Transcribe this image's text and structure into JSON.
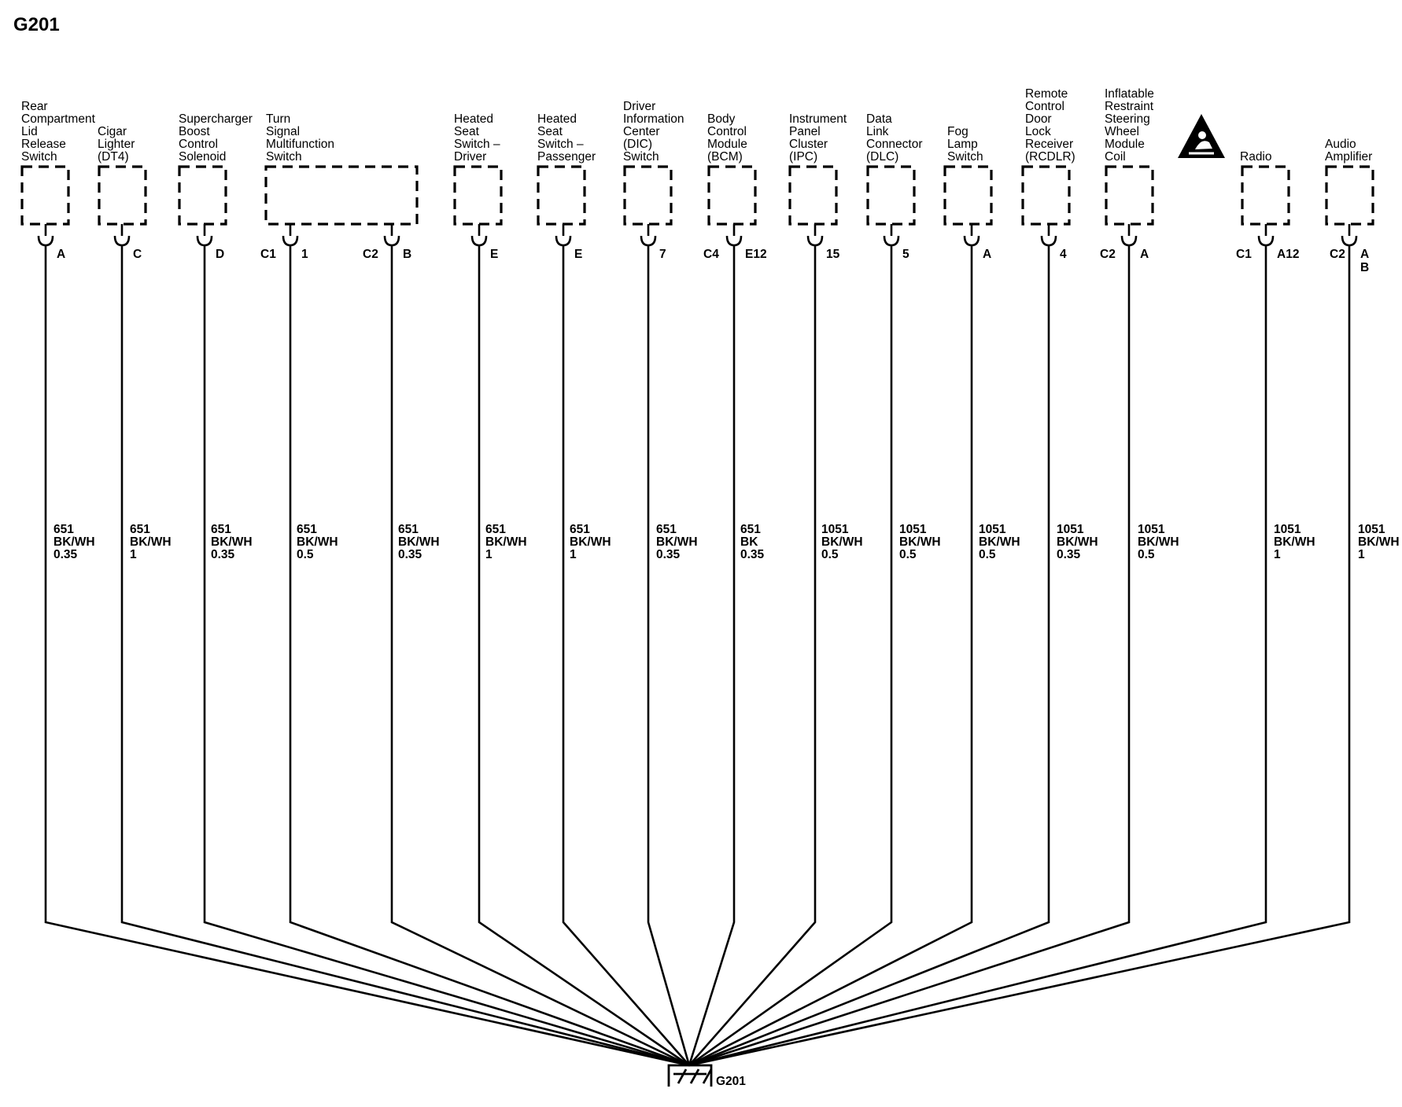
{
  "title": "G201",
  "ground": {
    "label": "G201"
  },
  "components": [
    {
      "id": "rear-compartment-lid-release-switch",
      "label_lines": [
        "Rear",
        "Compartment",
        "Lid",
        "Release",
        "Switch"
      ]
    },
    {
      "id": "cigar-lighter",
      "label_lines": [
        "Cigar",
        "Lighter",
        "(DT4)"
      ]
    },
    {
      "id": "supercharger-boost-control-solenoid",
      "label_lines": [
        "Supercharger",
        "Boost",
        "Control",
        "Solenoid"
      ]
    },
    {
      "id": "turn-signal-multifunction-switch",
      "label_lines": [
        "Turn",
        "Signal",
        "Multifunction",
        "Switch"
      ]
    },
    {
      "id": "heated-seat-switch-driver",
      "label_lines": [
        "Heated",
        "Seat",
        "Switch –",
        "Driver"
      ]
    },
    {
      "id": "heated-seat-switch-passenger",
      "label_lines": [
        "Heated",
        "Seat",
        "Switch –",
        "Passenger"
      ]
    },
    {
      "id": "driver-information-center-switch",
      "label_lines": [
        "Driver",
        "Information",
        "Center",
        "(DIC)",
        "Switch"
      ]
    },
    {
      "id": "body-control-module",
      "label_lines": [
        "Body",
        "Control",
        "Module",
        "(BCM)"
      ]
    },
    {
      "id": "instrument-panel-cluster",
      "label_lines": [
        "Instrument",
        "Panel",
        "Cluster",
        "(IPC)"
      ]
    },
    {
      "id": "data-link-connector",
      "label_lines": [
        "Data",
        "Link",
        "Connector",
        "(DLC)"
      ]
    },
    {
      "id": "fog-lamp-switch",
      "label_lines": [
        "Fog",
        "Lamp",
        "Switch"
      ]
    },
    {
      "id": "remote-control-door-lock-receiver",
      "label_lines": [
        "Remote",
        "Control",
        "Door",
        "Lock",
        "Receiver",
        "(RCDLR)"
      ]
    },
    {
      "id": "inflatable-restraint-steering-wheel-module-coil",
      "label_lines": [
        "Inflatable",
        "Restraint",
        "Steering",
        "Wheel",
        "Module",
        "Coil"
      ]
    },
    {
      "id": "radio",
      "label_lines": [
        "Radio"
      ]
    },
    {
      "id": "audio-amplifier",
      "label_lines": [
        "Audio",
        "Amplifier"
      ]
    }
  ],
  "wires": [
    {
      "id": "rear-compartment-lid",
      "connector": "",
      "pin": "A",
      "circuit": "651",
      "color": "BK/WH",
      "gauge": "0.35"
    },
    {
      "id": "cigar-lighter",
      "connector": "",
      "pin": "C",
      "circuit": "651",
      "color": "BK/WH",
      "gauge": "1"
    },
    {
      "id": "supercharger",
      "connector": "",
      "pin": "D",
      "circuit": "651",
      "color": "BK/WH",
      "gauge": "0.35"
    },
    {
      "id": "turn-signal-c1",
      "connector": "C1",
      "pin": "1",
      "circuit": "651",
      "color": "BK/WH",
      "gauge": "0.5"
    },
    {
      "id": "turn-signal-c2",
      "connector": "C2",
      "pin": "B",
      "circuit": "651",
      "color": "BK/WH",
      "gauge": "0.35"
    },
    {
      "id": "heated-seat-driver",
      "connector": "",
      "pin": "E",
      "circuit": "651",
      "color": "BK/WH",
      "gauge": "1"
    },
    {
      "id": "heated-seat-passenger",
      "connector": "",
      "pin": "E",
      "circuit": "651",
      "color": "BK/WH",
      "gauge": "1"
    },
    {
      "id": "dic-switch",
      "connector": "",
      "pin": "7",
      "circuit": "651",
      "color": "BK/WH",
      "gauge": "0.35"
    },
    {
      "id": "bcm",
      "connector": "C4",
      "pin": "E12",
      "circuit": "651",
      "color": "BK",
      "gauge": "0.35"
    },
    {
      "id": "ipc",
      "connector": "",
      "pin": "15",
      "circuit": "1051",
      "color": "BK/WH",
      "gauge": "0.5"
    },
    {
      "id": "dlc",
      "connector": "",
      "pin": "5",
      "circuit": "1051",
      "color": "BK/WH",
      "gauge": "0.5"
    },
    {
      "id": "fog-lamp",
      "connector": "",
      "pin": "A",
      "circuit": "1051",
      "color": "BK/WH",
      "gauge": "0.5"
    },
    {
      "id": "rcdlr",
      "connector": "",
      "pin": "4",
      "circuit": "1051",
      "color": "BK/WH",
      "gauge": "0.35"
    },
    {
      "id": "steering-wheel-coil",
      "connector": "C2",
      "pin": "A",
      "circuit": "1051",
      "color": "BK/WH",
      "gauge": "0.5"
    },
    {
      "id": "radio",
      "connector": "C1",
      "pin": "A12",
      "circuit": "1051",
      "color": "BK/WH",
      "gauge": "1"
    },
    {
      "id": "audio-amplifier",
      "connector": "C2",
      "pin": "A",
      "pin2": "B",
      "circuit": "1051",
      "color": "BK/WH",
      "gauge": "1"
    }
  ],
  "icons": {
    "airbag_warning": "airbag-warning-icon",
    "ground": "ground-symbol-icon"
  }
}
